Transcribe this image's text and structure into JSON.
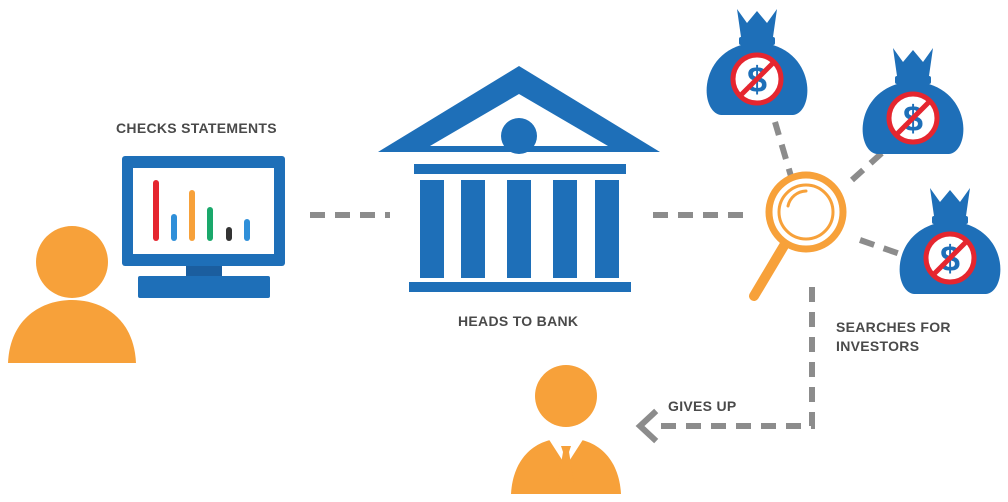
{
  "labels": {
    "checks_statements": "CHECKS STATEMENTS",
    "heads_to_bank": "HEADS TO BANK",
    "searches_for_investors_line1": "SEARCHES FOR",
    "searches_for_investors_line2": "INVESTORS",
    "gives_up": "GIVES UP"
  },
  "money_bag_symbol": "$",
  "colors": {
    "orange": "#f7a13a",
    "blue": "#1e6fb8",
    "dark_blue": "#1b5e9f",
    "red": "#e5262f",
    "gray_dash": "#8c8c8c",
    "text": "#4a4a4a"
  },
  "icons": [
    "person-icon",
    "monitor-icon",
    "bank-icon",
    "magnifier-icon",
    "money-bag-icon",
    "businessman-icon",
    "no-sign-icon",
    "arrow-icon"
  ]
}
